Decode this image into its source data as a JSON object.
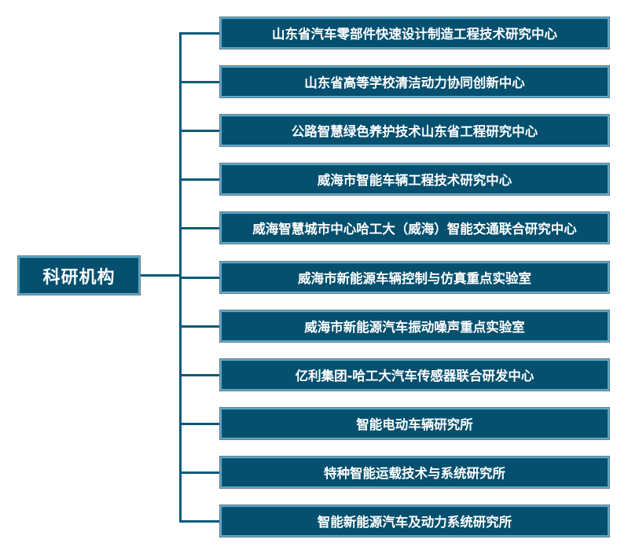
{
  "root": {
    "label": "科研机构"
  },
  "children": [
    {
      "label": "山东省汽车零部件快速设计制造工程技术研究中心"
    },
    {
      "label": "山东省高等学校清洁动力协同创新中心"
    },
    {
      "label": "公路智慧绿色养护技术山东省工程研究中心"
    },
    {
      "label": "威海市智能车辆工程技术研究中心"
    },
    {
      "label": "威海智慧城市中心哈工大（威海）智能交通联合研究中心"
    },
    {
      "label": "威海市新能源车辆控制与仿真重点实验室"
    },
    {
      "label": "威海市新能源汽车振动噪声重点实验室"
    },
    {
      "label": "亿利集团-哈工大汽车传感器联合研发中心"
    },
    {
      "label": "智能电动车辆研究所"
    },
    {
      "label": "特种智能运载技术与系统研究所"
    },
    {
      "label": "智能新能源汽车及动力系统研究所"
    }
  ],
  "colors": {
    "box": "#05506f",
    "line": "#0b5a78"
  }
}
